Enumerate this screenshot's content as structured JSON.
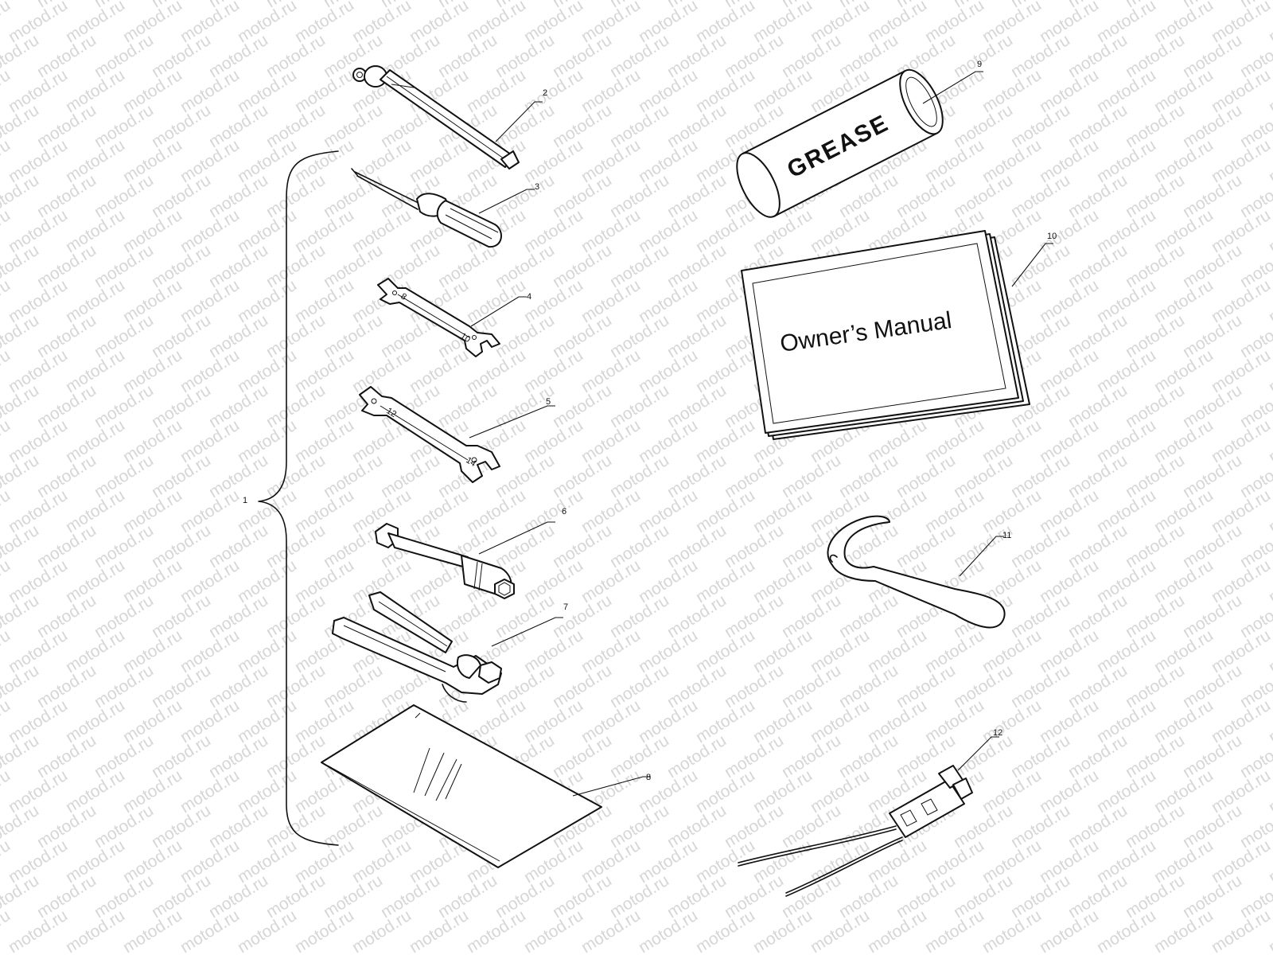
{
  "watermark": "motod.ru",
  "labels": {
    "grease": "GREASE",
    "manual_title": "Owner’s Manual"
  },
  "callouts": [
    "1",
    "2",
    "3",
    "4",
    "5",
    "6",
    "7",
    "8",
    "9",
    "10",
    "11",
    "12"
  ],
  "wrench_marks": {
    "w4_a": "8",
    "w4_b": "10",
    "w5_a": "12",
    "w5_b": "14"
  }
}
